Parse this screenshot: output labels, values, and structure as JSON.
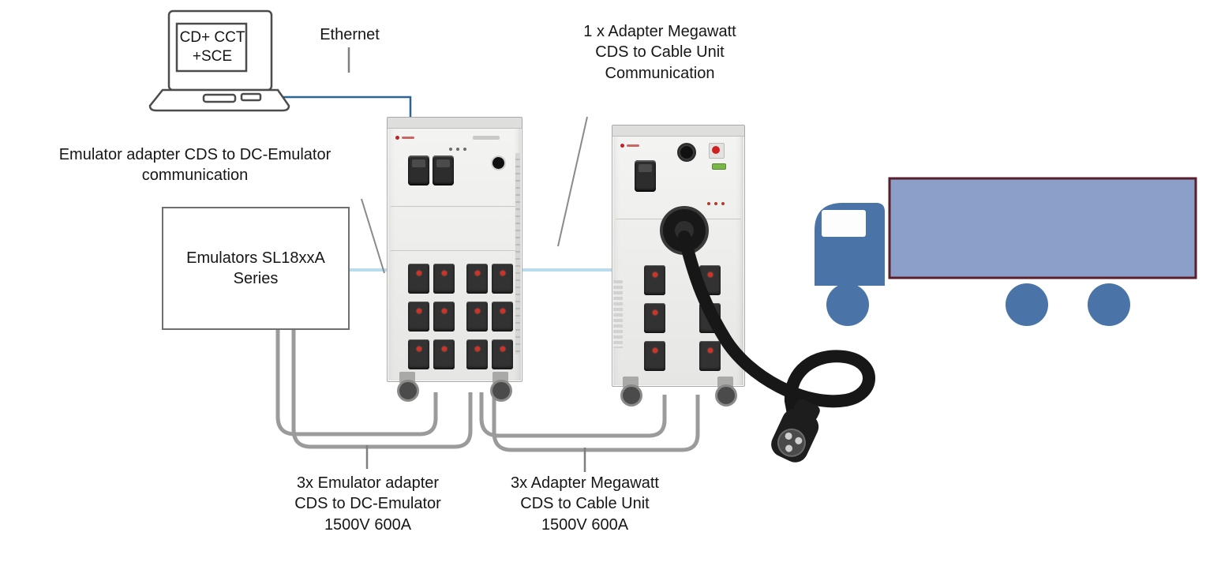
{
  "labels": {
    "laptop": "CD+ CCT\n+SCE",
    "ethernet": "Ethernet",
    "adapter_comm": "1 x Adapter Megawatt\nCDS to Cable Unit\nCommunication",
    "emulator_comm": "Emulator adapter CDS to DC-Emulator\ncommunication",
    "emulators_box": "Emulators SL18xxA\nSeries",
    "cables_left": "3x Emulator adapter\nCDS to DC-Emulator\n1500V 600A",
    "cables_right": "3x Adapter Megawatt\nCDS to Cable Unit\n1500V 600A"
  },
  "colors": {
    "ethernet_line": "#2f6390",
    "comm_line": "#b9dcec",
    "cable_gray": "#9b9b9b",
    "pointer_gray": "#8a8a8a",
    "truck_cab": "#4a74a8",
    "trailer_fill": "#8b9fc9",
    "trailer_border": "#5a1f2d",
    "socket_led_red": "#d23324",
    "text": "#161616"
  }
}
